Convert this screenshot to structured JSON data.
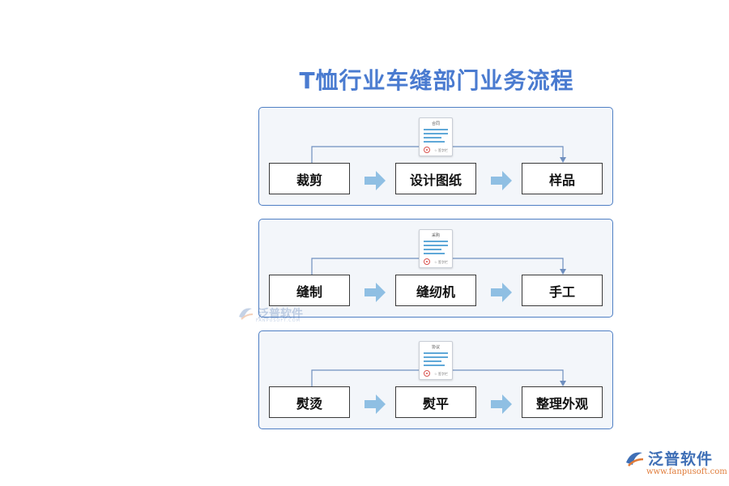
{
  "title": "T恤行业车缝部门业务流程",
  "panels": [
    {
      "doc_title": "合同",
      "doc_sign": "☆ 签字栏",
      "steps": [
        "裁剪",
        "设计图纸",
        "样品"
      ]
    },
    {
      "doc_title": "采购",
      "doc_sign": "☆ 签字栏",
      "steps": [
        "缝制",
        "缝纫机",
        "手工"
      ]
    },
    {
      "doc_title": "协议",
      "doc_sign": "☆ 签字栏",
      "steps": [
        "熨烫",
        "熨平",
        "整理外观"
      ]
    }
  ],
  "watermark": {
    "text": "泛普软件",
    "subtext": "FANPUSOFT.COM"
  },
  "brand": {
    "name": "泛普软件",
    "url": "www.fanpusoft.com"
  },
  "colors": {
    "accent": "#4a7bd0",
    "panel_border": "#4f7fc4",
    "arrow": "#8fbfe3",
    "connector": "#6f8fbf"
  }
}
